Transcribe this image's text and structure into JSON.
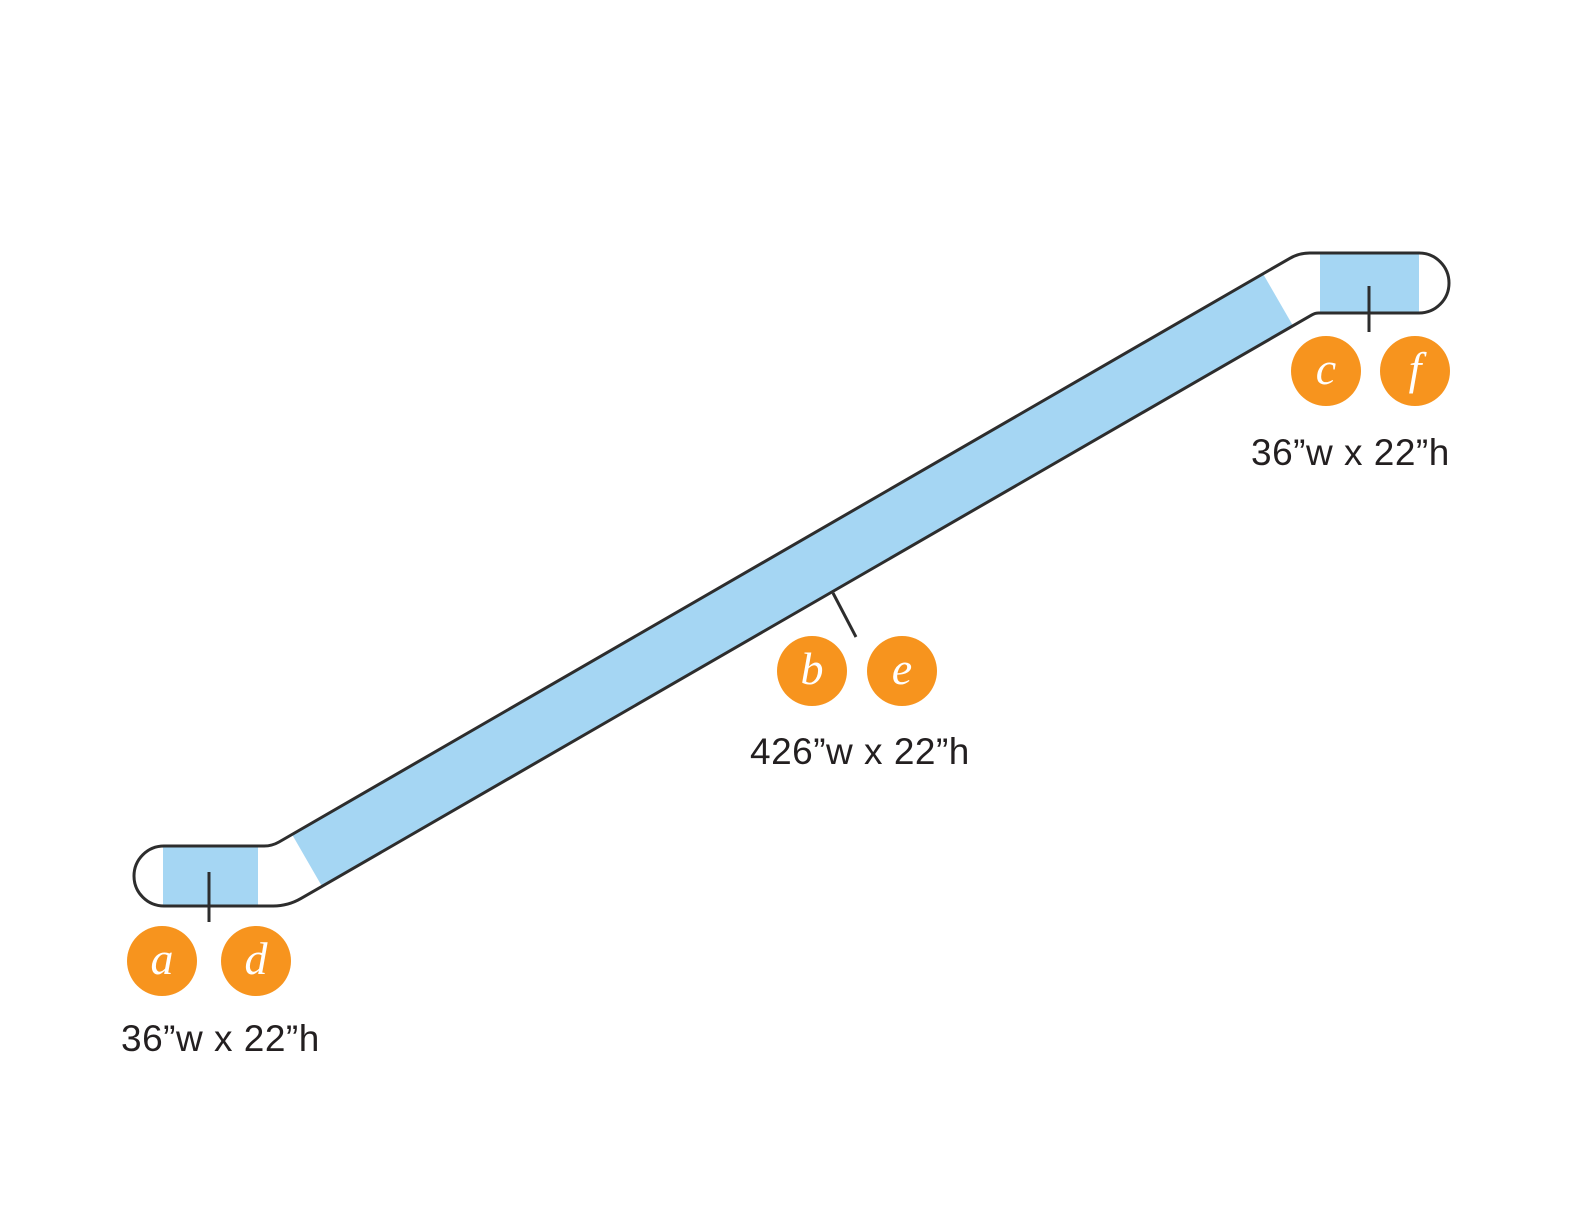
{
  "colors": {
    "panel_blue": "#A5D6F3",
    "marker_orange": "#F7941E",
    "outline_dark": "#2D2D2D",
    "label_text": "#231F20"
  },
  "markers": {
    "lower": [
      {
        "letter": "a"
      },
      {
        "letter": "d"
      }
    ],
    "incline": [
      {
        "letter": "b"
      },
      {
        "letter": "e"
      }
    ],
    "upper": [
      {
        "letter": "c"
      },
      {
        "letter": "f"
      }
    ]
  },
  "dimensions": {
    "lower": "36”w x 22”h",
    "incline": "426”w x 22”h",
    "upper": "36”w x 22”h"
  }
}
